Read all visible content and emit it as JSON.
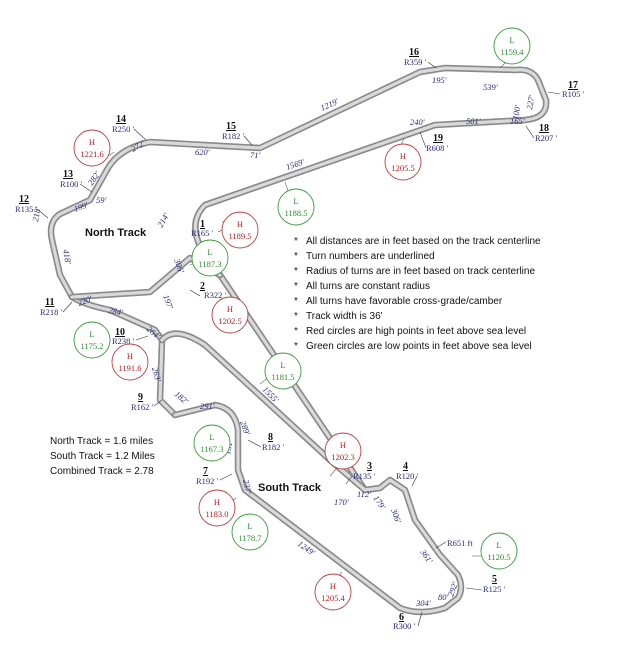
{
  "sections": {
    "north": "North Track",
    "south": "South Track"
  },
  "notes": [
    "All distances are in feet based on the track centerline",
    "Turn numbers are underlined",
    "Radius of turns are in feet based on track centerline",
    "All turns are constant radius",
    "All turns have favorable cross-grade/camber",
    "Track width is 36'",
    "Red circles are high points in feet above sea level",
    "Green circles are low points in feet above sea level"
  ],
  "note_bullet": "*",
  "stats": [
    "North Track = 1.6 miles",
    "South Track = 1.2 Miles",
    "Combined Track = 2.78"
  ],
  "turns": [
    {
      "num": "1",
      "radius": "R165 '"
    },
    {
      "num": "2",
      "radius": "R322 '"
    },
    {
      "num": "3",
      "radius": "R135 '"
    },
    {
      "num": "4",
      "radius": "R120 '"
    },
    {
      "num": "5",
      "radius": "R125 '"
    },
    {
      "num": "6",
      "radius": "R300 '"
    },
    {
      "num": "7",
      "radius": "R192 '"
    },
    {
      "num": "8",
      "radius": "R182 '"
    },
    {
      "num": "9",
      "radius": "R162 '"
    },
    {
      "num": "10",
      "radius": "R238 '"
    },
    {
      "num": "11",
      "radius": "R218 '"
    },
    {
      "num": "12",
      "radius": "R135 '"
    },
    {
      "num": "13",
      "radius": "R100 '"
    },
    {
      "num": "14",
      "radius": "R250 '"
    },
    {
      "num": "15",
      "radius": "R182 '"
    },
    {
      "num": "16",
      "radius": "R359 '"
    },
    {
      "num": "17",
      "radius": "R105 '"
    },
    {
      "num": "18",
      "radius": "R207 '"
    },
    {
      "num": "19",
      "radius": "R608 '"
    }
  ],
  "unnumbered_radius": "R651 ft",
  "distances": [
    "195'",
    "539'",
    "227'",
    "165'",
    "501'",
    "240'",
    "1569'",
    "214'",
    "306'",
    "1219'",
    "620'",
    "71'",
    "272'",
    "282'",
    "59'",
    "199'",
    "218'",
    "418'",
    "220'",
    "284'",
    "264'",
    "197'",
    "263'",
    "182'",
    "291'",
    "289'",
    "131'",
    "237'",
    "1555'",
    "170'",
    "112'",
    "179'",
    "306'",
    "361'",
    "292'",
    "80'",
    "304'",
    "1249'",
    "100'"
  ],
  "elevations": [
    {
      "type": "L",
      "value": "1159.4"
    },
    {
      "type": "H",
      "value": "1205.5"
    },
    {
      "type": "L",
      "value": "1188.5"
    },
    {
      "type": "H",
      "value": "1221.6"
    },
    {
      "type": "H",
      "value": "1189.5"
    },
    {
      "type": "L",
      "value": "1187.3"
    },
    {
      "type": "H",
      "value": "1202.5"
    },
    {
      "type": "L",
      "value": "1175.2"
    },
    {
      "type": "H",
      "value": "1191.6"
    },
    {
      "type": "L",
      "value": "1181.5"
    },
    {
      "type": "L",
      "value": "1167.3"
    },
    {
      "type": "H",
      "value": "1202.3"
    },
    {
      "type": "H",
      "value": "1183.0"
    },
    {
      "type": "L",
      "value": "1178.7"
    },
    {
      "type": "L",
      "value": "1120.5"
    },
    {
      "type": "H",
      "value": "1205.4"
    }
  ],
  "colors": {
    "high": "#b82020",
    "low": "#2a8a2a",
    "track": "#8a8a8a"
  }
}
